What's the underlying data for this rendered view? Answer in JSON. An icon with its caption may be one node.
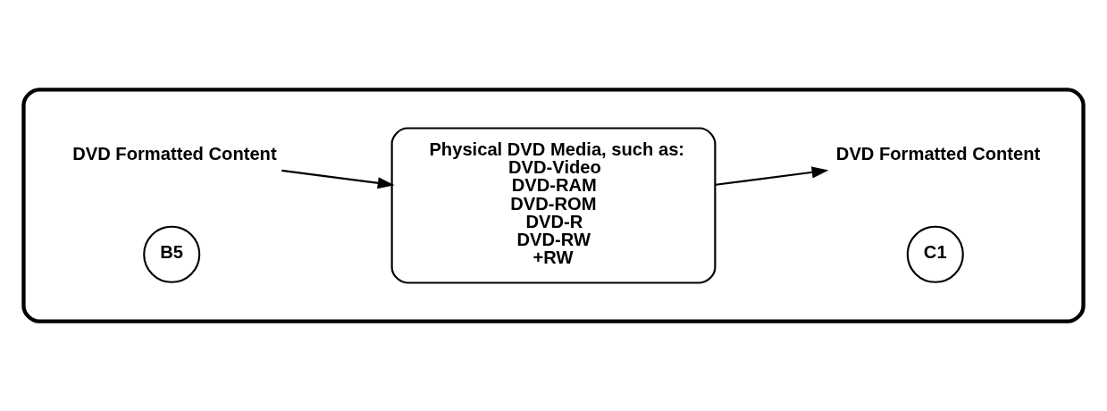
{
  "diagram": {
    "nodes": [
      {
        "text": [],
        "shape": "box"
      },
      {
        "text": [
          "DVD Formatted Content"
        ],
        "in": 0
      },
      {
        "text": [
          "Physical DVD Media, such as:",
          "DVD-Video",
          "DVD-RAM",
          "DVD-ROM",
          "DVD-R",
          "DVD-RW",
          "+RW"
        ],
        "in": 0
      },
      {
        "text": [
          "C1"
        ],
        "in": 0
      },
      {
        "text": [
          "DVD Formatted Content"
        ],
        "in": 0
      },
      {
        "text": [
          "B5"
        ],
        "in": 0
      }
    ],
    "edges": [
      {
        "from": 1,
        "to": 2,
        "arrow": "to"
      },
      {
        "from": 2,
        "to": 4,
        "arrow": "to"
      }
    ]
  }
}
